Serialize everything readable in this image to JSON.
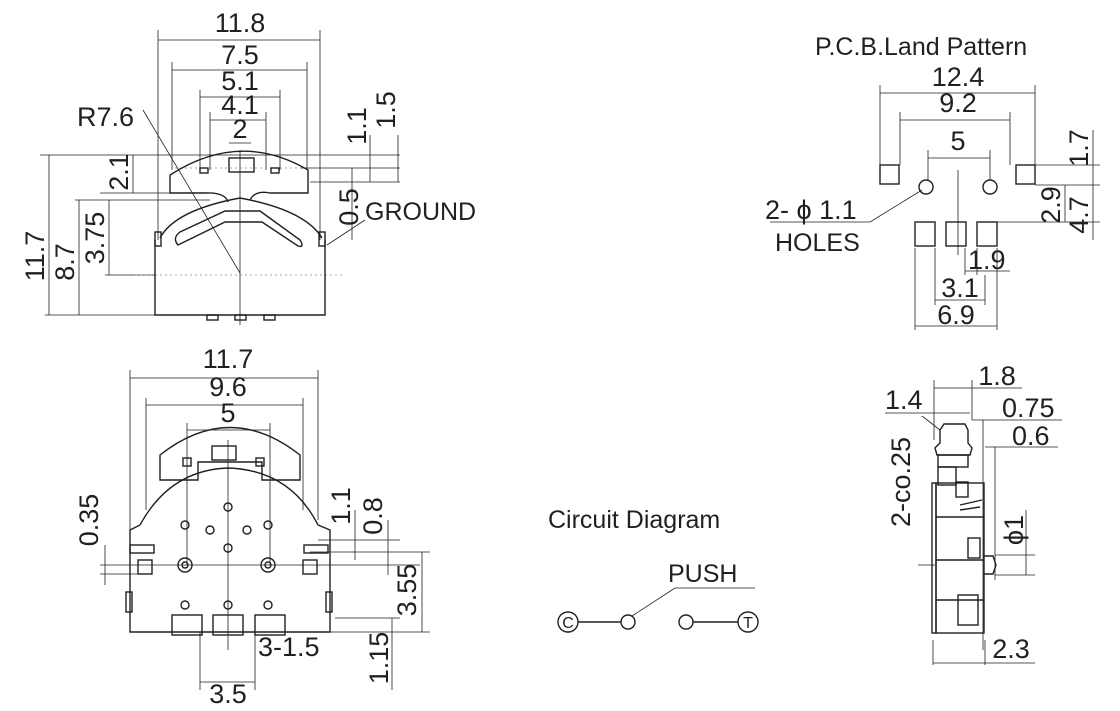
{
  "top_view": {
    "dims": {
      "w_11_8": "11.8",
      "w_7_5": "7.5",
      "w_5_1": "5.1",
      "w_4_1": "4.1",
      "w_2": "2",
      "radius": "R7.6",
      "v_1_1": "1.1",
      "v_1_5": "1.5",
      "v_2_1": "2.1",
      "v_0_5": "0.5",
      "ground": "GROUND",
      "h_11_7": "11.7",
      "h_8_7": "8.7",
      "h_3_75": "3.75"
    }
  },
  "bottom_view": {
    "dims": {
      "w_11_7": "11.7",
      "w_9_6": "9.6",
      "w_5": "5",
      "v_0_35": "0.35",
      "v_1_1": "1.1",
      "v_0_8": "0.8",
      "v_3_55": "3.55",
      "pads": "3-1.5",
      "v_1_15": "1.15",
      "w_3_5": "3.5"
    }
  },
  "pcb": {
    "title": "P.C.B.Land Pattern",
    "dims": {
      "w_12_4": "12.4",
      "w_9_2": "9.2",
      "w_5": "5",
      "v_1_7": "1.7",
      "v_2_9": "2.9",
      "v_4_7": "4.7",
      "holes_dia": "2- ϕ 1.1",
      "holes": "HOLES",
      "w_1_9": "1.9",
      "w_3_1": "3.1",
      "w_6_9": "6.9"
    }
  },
  "circuit": {
    "title": "Circuit Diagram",
    "push": "PUSH",
    "c": "C",
    "t": "T"
  },
  "side_view": {
    "dims": {
      "w_1_8": "1.8",
      "w_1_4": "1.4",
      "w_0_75": "0.75",
      "w_0_6": "0.6",
      "chamfer": "2-co.25",
      "dia_1": "ϕ1",
      "w_2_3": "2.3"
    }
  }
}
